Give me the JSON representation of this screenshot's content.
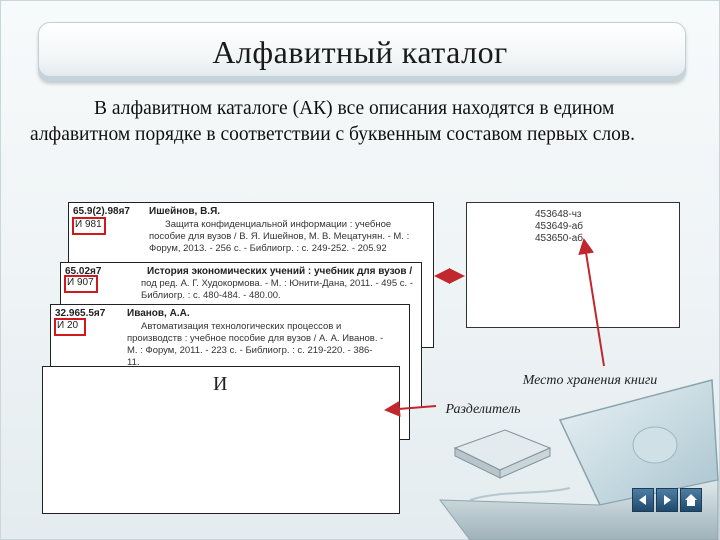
{
  "title": "Алфавитный каталог",
  "intro_text": "В алфавитном каталоге (АК) все описания находятся в едином алфавитном порядке в соответствии с буквенным составом первых слов.",
  "cards": [
    {
      "classification": "65.9(2).98я7",
      "author_mark": "И 981",
      "header": "Ишейнов, В.Я.",
      "lines": [
        "Защита конфиденциальной информации : учебное",
        "пособие для вузов / В. Я. Ишейнов, М. В. Мецатунян. - М. :",
        "Форум, 2013. - 256 с. - Библиогр. : с. 249-252. - 205.92"
      ]
    },
    {
      "classification": "65.02я7",
      "author_mark": "И 907",
      "header": "История экономических учений : учебник для вузов /",
      "lines": [
        "под ред. А. Г. Худокормова. - М. : Юнити-Дана, 2011. - 495 с. -",
        "Библиогр. : с. 480-484. - 480.00."
      ]
    },
    {
      "classification": "32.965.5я7",
      "author_mark": "И 20",
      "header": "Иванов, А.А.",
      "lines": [
        "Автоматизация технологических процессов и",
        "производств : учебное пособие для вузов / А. А. Иванов. -",
        "М. : Форум, 2011. - 223 с. - Библиогр. : с. 219-220. - 386-",
        "11."
      ]
    }
  ],
  "storage_codes": [
    "453648-чз",
    "453649-аб",
    "453650-аб"
  ],
  "separator_letter": "И",
  "captions": {
    "separator": "Разделитель",
    "storage": "Место хранения книги"
  },
  "colors": {
    "highlight": "#d0191e",
    "arrow": "#c0282d"
  },
  "nav_icons": [
    "back-arrow-icon",
    "forward-arrow-icon",
    "home-icon"
  ]
}
